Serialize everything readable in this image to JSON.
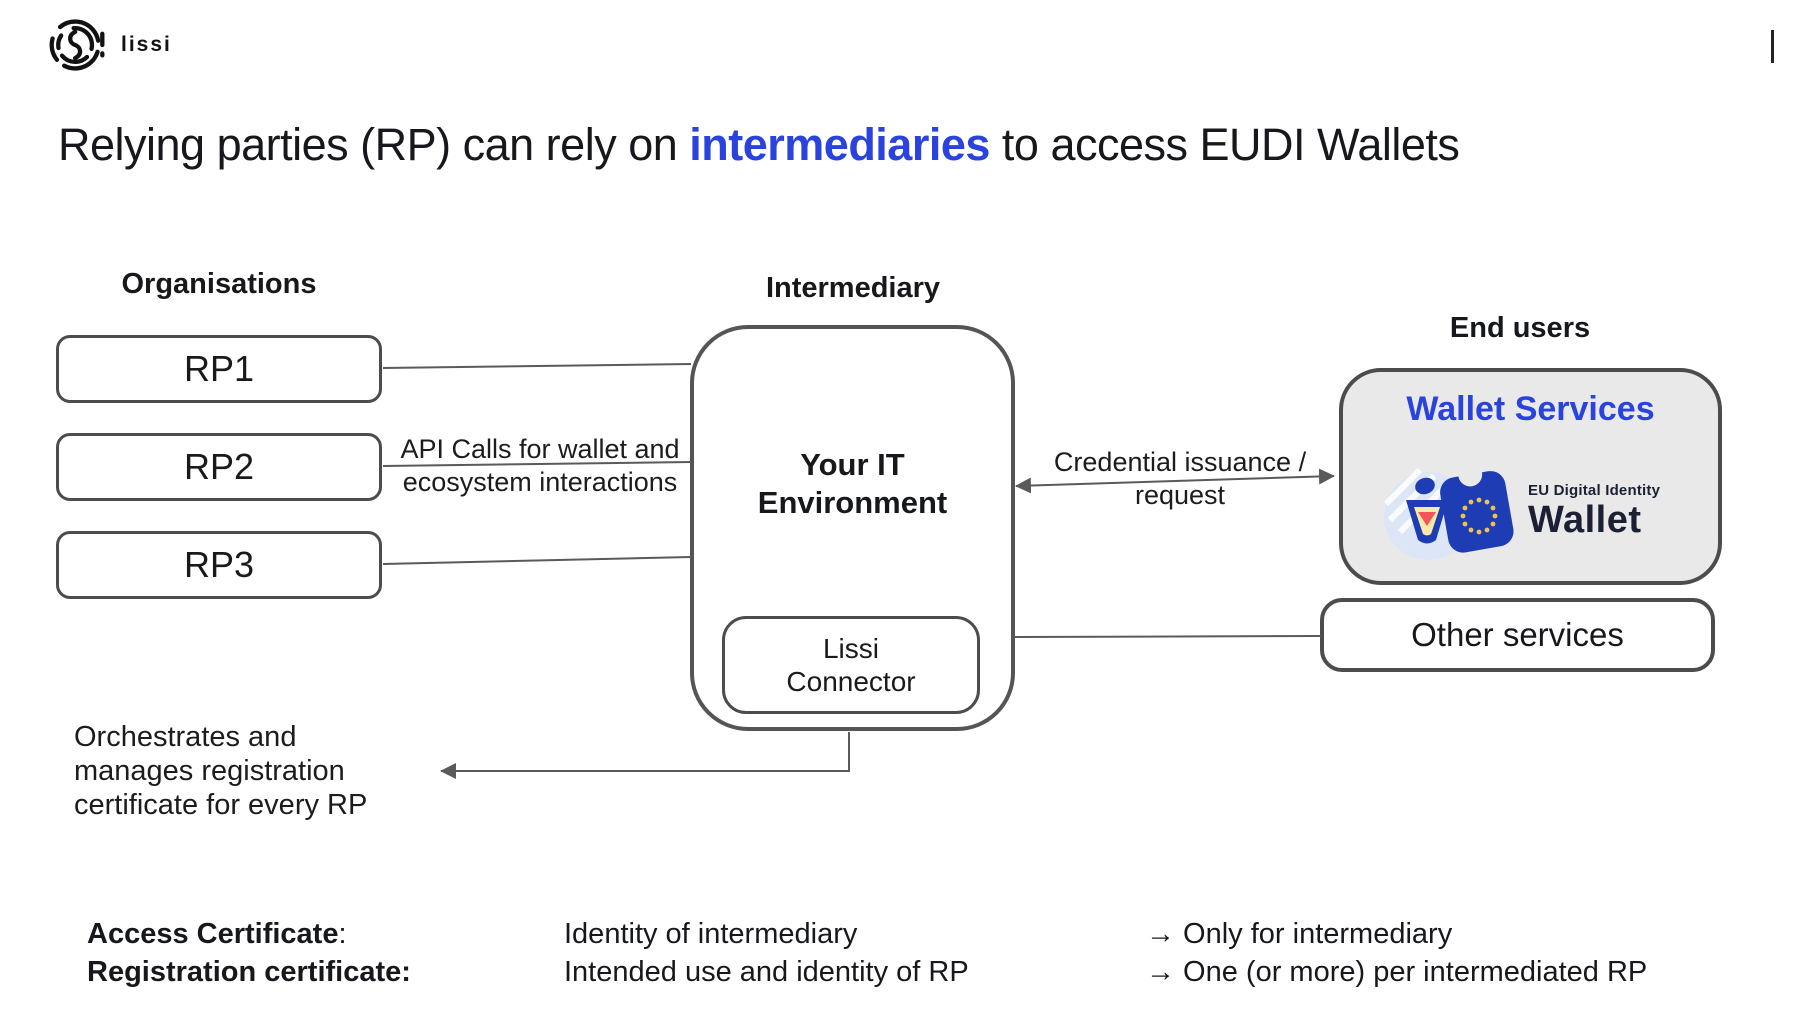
{
  "logo": {
    "brand": "lissi"
  },
  "title": {
    "pre": "Relying parties (RP) can rely on ",
    "highlight": "intermediaries",
    "post": " to access EUDI Wallets"
  },
  "organisations": {
    "heading": "Organisations",
    "boxes": [
      "RP1",
      "RP2",
      "RP3"
    ]
  },
  "intermediary": {
    "heading": "Intermediary",
    "env_line1": "Your IT",
    "env_line2": "Environment",
    "connector_line1": "Lissi",
    "connector_line2": "Connector"
  },
  "end_users": {
    "heading": "End users",
    "wallet_services": "Wallet Services",
    "eudi_logo_line1": "EU Digital Identity",
    "eudi_logo_line2": "Wallet",
    "other_services": "Other services"
  },
  "labels": {
    "api_calls_line1": "API Calls for wallet and",
    "api_calls_line2": "ecosystem interactions",
    "credential_line1": "Credential issuance /",
    "credential_line2": "request",
    "orchestrates_line1": "Orchestrates and",
    "orchestrates_line2": "manages registration",
    "orchestrates_line3": "certificate for every RP"
  },
  "legend": {
    "rows": [
      {
        "term": "Access Certificate",
        "colon": ":",
        "definition": "Identity of intermediary",
        "note": "→ Only for intermediary"
      },
      {
        "term": "Registration certificate:",
        "colon": "",
        "definition": "Intended use and identity of RP",
        "note": "→ One (or more) per intermediated RP"
      }
    ]
  },
  "colors": {
    "accent_blue": "#2b43dd",
    "box_border": "#4c4c4c",
    "wire_gray": "#5a5a5a",
    "wallet_box_bg": "#e9e9ea",
    "eudi_navy": "#1e3db5",
    "eudi_text_navy": "#1b2133",
    "eudi_gold": "#f0c24b",
    "eudi_light_blue": "#dce6f6",
    "eudi_yellow": "#fbe9a9",
    "eudi_red": "#f4545c"
  }
}
